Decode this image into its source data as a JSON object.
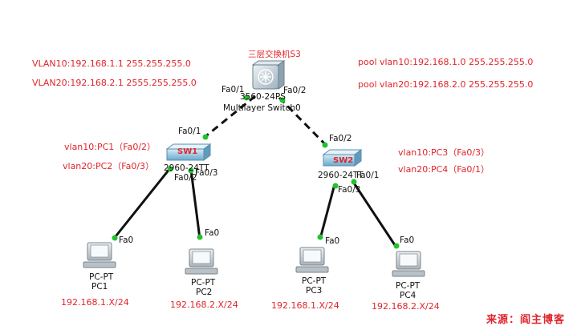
{
  "colors": {
    "annotation": "#e0242b",
    "link": "#111111",
    "port_dot": "#22c22a",
    "switch_body": "#7fb8d8",
    "pc_body": "#c9cfd4"
  },
  "devices": {
    "s3": {
      "caption_cn": "三层交换机S3",
      "model": "3560-24PS",
      "label": "Multilayer Switch0",
      "icon": "multilayer-switch-icon"
    },
    "sw1": {
      "badge": "SW1",
      "model": "2960-24TT",
      "icon": "switch-icon"
    },
    "sw2": {
      "badge": "SW2",
      "model": "2960-24TT",
      "icon": "switch-icon"
    },
    "pc1": {
      "type": "PC-PT",
      "name": "PC1",
      "port": "Fa0",
      "ip": "192.168.1.X/24",
      "icon": "pc-icon"
    },
    "pc2": {
      "type": "PC-PT",
      "name": "PC2",
      "port": "Fa0",
      "ip": "192.168.2.X/24",
      "icon": "pc-icon"
    },
    "pc3": {
      "type": "PC-PT",
      "name": "PC3",
      "port": "Fa0",
      "ip": "192.168.1.X/24",
      "icon": "pc-icon"
    },
    "pc4": {
      "type": "PC-PT",
      "name": "PC4",
      "port": "Fa0",
      "ip": "192.168.2.X/24",
      "icon": "pc-icon"
    }
  },
  "ports": {
    "s3_fa01": "Fa0/1",
    "s3_fa02": "Fa0/2",
    "sw1_fa01": "Fa0/1",
    "sw1_fa02": "Fa0/2",
    "sw1_fa03": "Fa0/3",
    "sw2_fa02": "Fa0/2",
    "sw2_fa01": "Fa0/1",
    "sw2_fa03": "Fa0/3"
  },
  "notes": {
    "vlan10_ip": "VLAN10:192.168.1.1 255.255.255.0",
    "vlan20_ip": "VLAN20:192.168.2.1 2555.255.255.0",
    "pool_vlan10": "pool vlan10:192.168.1.0 255.255.255.0",
    "pool_vlan20": "pool vlan20:192.168.2.0 255.255.255.0",
    "sw1_vlan10": "vlan10:PC1（Fa0/2）",
    "sw1_vlan20": "vlan20:PC2（Fa0/3）",
    "sw2_vlan10": "vlan10:PC3（Fa0/3）",
    "sw2_vlan20": "vlan20:PC4（Fa0/1）"
  },
  "watermark": "来源：阎主博客"
}
